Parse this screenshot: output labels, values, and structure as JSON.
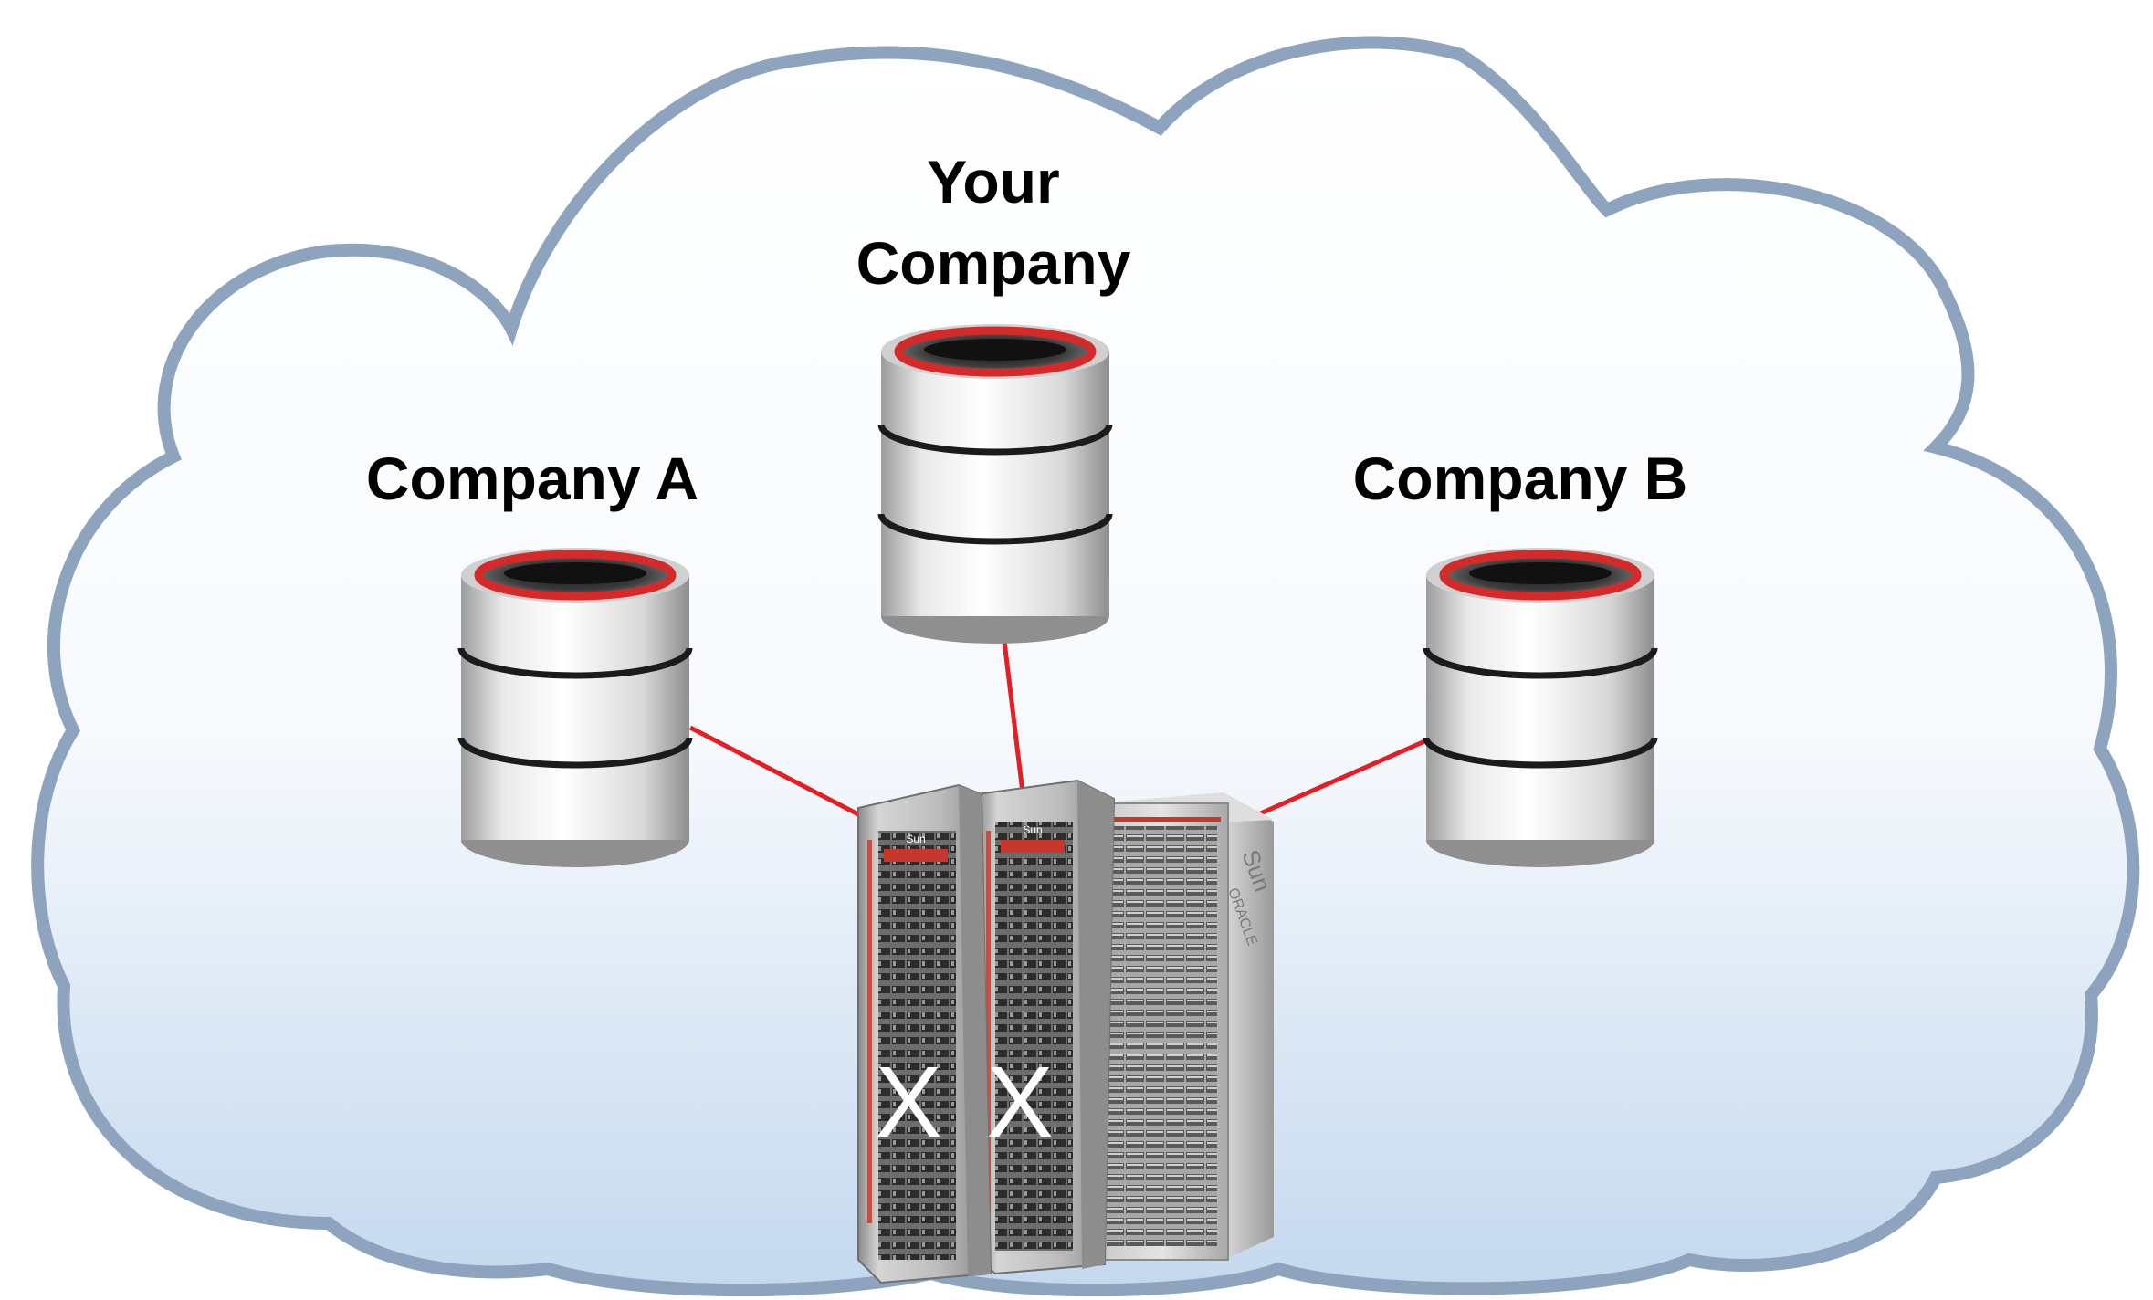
{
  "diagram": {
    "labels": {
      "your_company_line1": "Your",
      "your_company_line2": "Company",
      "company_a": "Company A",
      "company_b": "Company B"
    },
    "nodes": [
      {
        "id": "your-company",
        "type": "database",
        "label": "Your Company"
      },
      {
        "id": "company-a",
        "type": "database",
        "label": "Company A"
      },
      {
        "id": "company-b",
        "type": "database",
        "label": "Company B"
      },
      {
        "id": "shared-servers",
        "type": "server-racks",
        "label": ""
      }
    ],
    "edges": [
      {
        "from": "company-a",
        "to": "shared-servers"
      },
      {
        "from": "your-company",
        "to": "shared-servers"
      },
      {
        "from": "company-b",
        "to": "shared-servers"
      }
    ],
    "rack_markings": {
      "rack1_mark": "X",
      "rack2_mark": "X",
      "rack1_badge": "Sun",
      "rack2_badge": "Sun",
      "rack3_brand_1": "Sun",
      "rack3_brand_2": "ORACLE"
    },
    "colors": {
      "connector": "#e31e24",
      "cloud_outline": "#8ea3bd",
      "cloud_fill_top": "#ffffff",
      "cloud_fill_bottom": "#c9dcef",
      "db_ring": "#d42a2a",
      "text": "#000000"
    }
  }
}
